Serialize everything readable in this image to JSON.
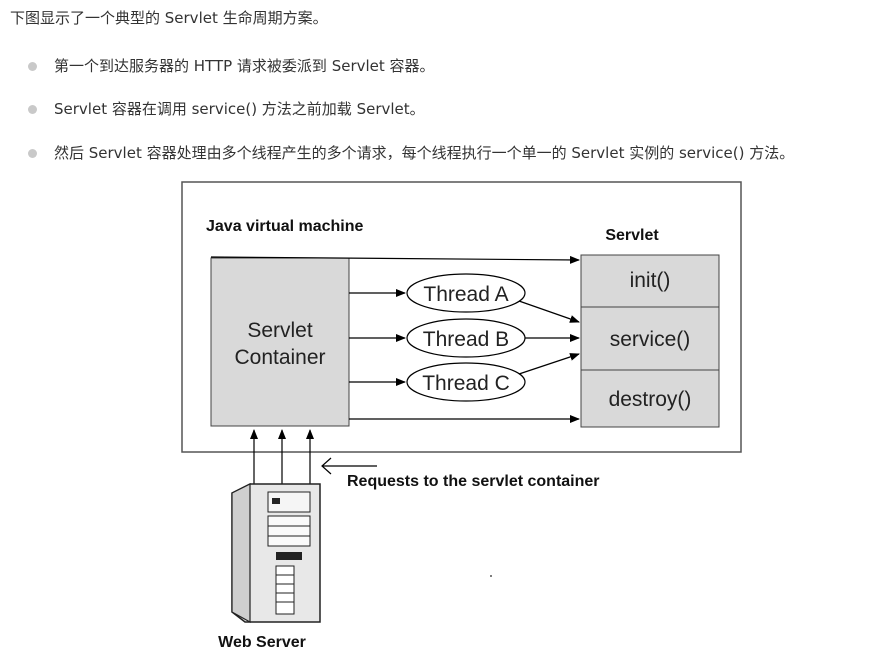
{
  "intro": "下图显示了一个典型的 Servlet 生命周期方案。",
  "bullets": [
    "第一个到达服务器的 HTTP 请求被委派到 Servlet 容器。",
    "Servlet 容器在调用 service() 方法之前加载 Servlet。",
    "然后 Servlet 容器处理由多个线程产生的多个请求，每个线程执行一个单一的 Servlet 实例的 service() 方法。"
  ],
  "diagram": {
    "jvm_label": "Java virtual machine",
    "container_line1": "Servlet",
    "container_line2": "Container",
    "threads": [
      "Thread A",
      "Thread B",
      "Thread C"
    ],
    "servlet_title": "Servlet",
    "methods": [
      "init()",
      "service()",
      "destroy()"
    ],
    "requests_label": "Requests to the servlet container",
    "web_server_label": "Web Server"
  }
}
